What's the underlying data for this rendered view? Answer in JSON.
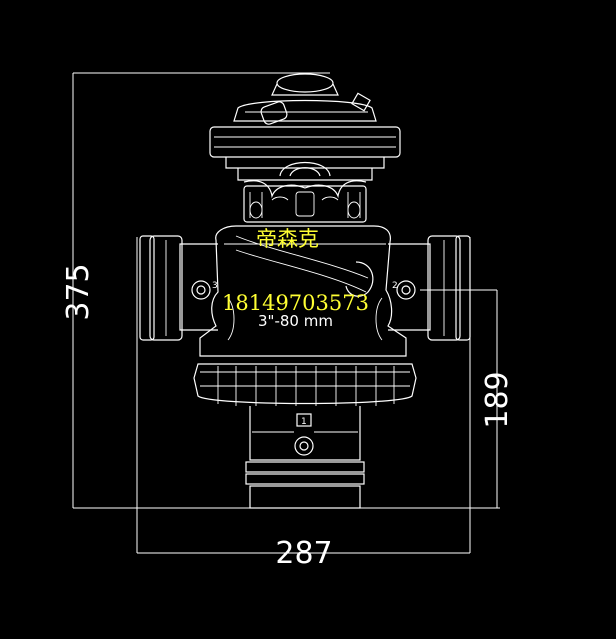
{
  "dimensions": {
    "total_height": "375",
    "total_width": "287",
    "port_height": "189"
  },
  "labels": {
    "size_marking": "3\"-80 mm",
    "port_number": "1",
    "left_port_number": "3",
    "right_port_number": "2"
  },
  "overlay": {
    "brand": "帝森克",
    "phone": "18149703573"
  },
  "colors": {
    "background": "#000000",
    "line": "#ffffff",
    "overlay_text": "#ffff33"
  }
}
